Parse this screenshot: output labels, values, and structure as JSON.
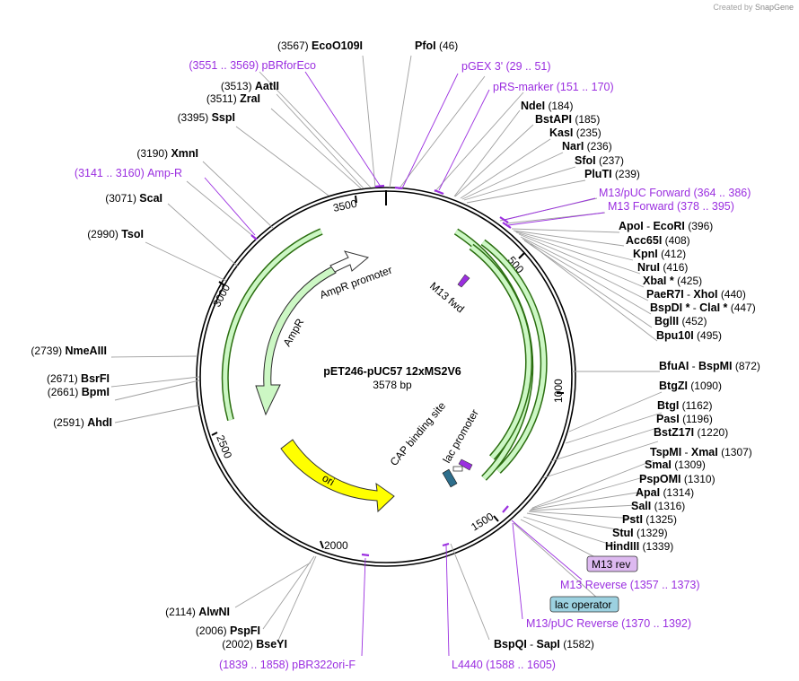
{
  "credit": {
    "prefix": "Created by",
    "brand": "SnapGene"
  },
  "plasmid": {
    "name": "pET246-pUC57 12xMS2V6",
    "size_label": "3578 bp",
    "length": 3578
  },
  "colors": {
    "primer": "#9b2fe0",
    "ampR": "#ccf7c4",
    "ori": "#ffff00",
    "feature_green": "#ccf7c4",
    "lac_operator": "#9cd1e0",
    "m13_rev_box": "#ddb9f0",
    "primer_mark": "#9b2fe0"
  },
  "ruler": [
    "500",
    "1000",
    "1500",
    "2000",
    "2500",
    "3000",
    "3500"
  ],
  "features": [
    {
      "name": "AmpR promoter",
      "icon": "arrow-outline"
    },
    {
      "name": "AmpR",
      "icon": "arrow-green"
    },
    {
      "name": "ori",
      "icon": "arrow-yellow"
    },
    {
      "name": "M13 fwd",
      "icon": "arrow-purple"
    },
    {
      "name": "CAP binding site",
      "icon": "box-blue"
    },
    {
      "name": "lac promoter",
      "icon": "arrow-small"
    }
  ],
  "labels": [
    {
      "left": "(3567)",
      "name": "EcoO109I"
    },
    {
      "name": "PfoI",
      "right": "(46)"
    },
    {
      "left": "(3551 .. 3569)",
      "name": "pBRforEco",
      "primer": true
    },
    {
      "name": "pGEX 3'",
      "right": "(29 .. 51)",
      "primer": true
    },
    {
      "left": "(3513)",
      "name": "AatII"
    },
    {
      "left": "(3511)",
      "name": "ZraI"
    },
    {
      "name": "pRS-marker",
      "right": "(151 .. 170)",
      "primer": true
    },
    {
      "name": "NdeI",
      "right": "(184)"
    },
    {
      "left": "(3395)",
      "name": "SspI"
    },
    {
      "name": "BstAPI",
      "right": "(185)"
    },
    {
      "name": "KasI",
      "right": "(235)"
    },
    {
      "name": "NarI",
      "right": "(236)"
    },
    {
      "left": "(3190)",
      "name": "XmnI"
    },
    {
      "name": "SfoI",
      "right": "(237)"
    },
    {
      "left": "(3141 .. 3160)",
      "name": "Amp-R",
      "primer": true
    },
    {
      "name": "PluTI",
      "right": "(239)"
    },
    {
      "left": "(3071)",
      "name": "ScaI"
    },
    {
      "name": "M13/pUC Forward",
      "right": "(364 .. 386)",
      "primer": true
    },
    {
      "name": "M13 Forward",
      "right": "(378 .. 395)",
      "primer": true
    },
    {
      "name": "ApoI",
      "sep": "-",
      "name2": "EcoRI",
      "right": "(396)"
    },
    {
      "left": "(2990)",
      "name": "TsoI"
    },
    {
      "name": "Acc65I",
      "right": "(408)"
    },
    {
      "name": "KpnI",
      "right": "(412)"
    },
    {
      "name": "NruI",
      "right": "(416)"
    },
    {
      "name": "XbaI *",
      "right": "(425)"
    },
    {
      "name": "PaeR7I",
      "sep": "-",
      "name2": "XhoI",
      "right": "(440)"
    },
    {
      "name": "BspDI *",
      "sep": "-",
      "name2": "ClaI *",
      "right": "(447)"
    },
    {
      "name": "BglII",
      "right": "(452)"
    },
    {
      "name": "Bpu10I",
      "right": "(495)"
    },
    {
      "left": "(2739)",
      "name": "NmeAIII"
    },
    {
      "name": "BfuAI",
      "sep": "-",
      "name2": "BspMI",
      "right": "(872)"
    },
    {
      "left": "(2671)",
      "name": "BsrFI"
    },
    {
      "left": "(2661)",
      "name": "BpmI"
    },
    {
      "name": "BtgZI",
      "right": "(1090)"
    },
    {
      "left": "(2591)",
      "name": "AhdI"
    },
    {
      "name": "BtgI",
      "right": "(1162)"
    },
    {
      "name": "PasI",
      "right": "(1196)"
    },
    {
      "name": "BstZ17I",
      "right": "(1220)"
    },
    {
      "name": "TspMI",
      "sep": "-",
      "name2": "XmaI",
      "right": "(1307)"
    },
    {
      "name": "SmaI",
      "right": "(1309)"
    },
    {
      "name": "PspOMI",
      "right": "(1310)"
    },
    {
      "name": "ApaI",
      "right": "(1314)"
    },
    {
      "name": "SalI",
      "right": "(1316)"
    },
    {
      "name": "PstI",
      "right": "(1325)"
    },
    {
      "name": "StuI",
      "right": "(1329)"
    },
    {
      "name": "HindIII",
      "right": "(1339)"
    },
    {
      "name": "M13 rev",
      "boxed": "m13"
    },
    {
      "name": "M13 Reverse",
      "right": "(1357 .. 1373)",
      "primer": true
    },
    {
      "name": "lac operator",
      "boxed": "lac"
    },
    {
      "name": "M13/pUC Reverse",
      "right": "(1370 .. 1392)",
      "primer": true
    },
    {
      "left": "(2114)",
      "name": "AlwNI"
    },
    {
      "left": "(2006)",
      "name": "PspFI"
    },
    {
      "left": "(2002)",
      "name": "BseYI"
    },
    {
      "name": "BspQI",
      "sep": "-",
      "name2": "SapI",
      "right": "(1582)"
    },
    {
      "left": "(1839 .. 1858)",
      "name": "pBR322ori-F",
      "primer": true
    },
    {
      "name": "L4440",
      "right": "(1588 .. 1605)",
      "primer": true
    }
  ]
}
